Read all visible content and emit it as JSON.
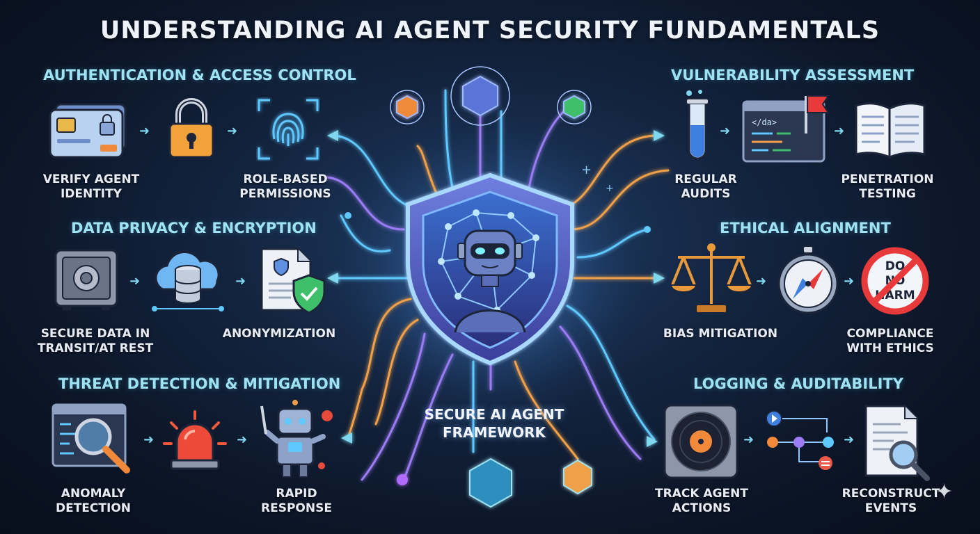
{
  "title": "UNDERSTANDING AI AGENT SECURITY FUNDAMENTALS",
  "center": {
    "label_line1": "SECURE AI AGENT",
    "label_line2": "FRAMEWORK",
    "icon": "robot-shield-icon"
  },
  "sections": {
    "auth": {
      "title": "AUTHENTICATION & ACCESS CONTROL",
      "verify_line1": "VERIFY AGENT",
      "verify_line2": "IDENTITY",
      "role_line1": "ROLE-BASED",
      "role_line2": "PERMISSIONS",
      "icons": [
        "id-card-icon",
        "padlock-icon",
        "fingerprint-icon"
      ]
    },
    "privacy": {
      "title": "DATA PRIVACY & ENCRYPTION",
      "secure_line1": "SECURE DATA IN",
      "secure_line2": "TRANSIT/AT REST",
      "anon_line1": "ANONYMIZATION",
      "icons": [
        "safe-icon",
        "cloud-database-icon",
        "document-shield-icon"
      ]
    },
    "threat": {
      "title": "THREAT DETECTION & MITIGATION",
      "anomaly_line1": "ANOMALY",
      "anomaly_line2": "DETECTION",
      "rapid_line1": "RAPID",
      "rapid_line2": "RESPONSE",
      "icons": [
        "magnifier-code-icon",
        "alarm-light-icon",
        "robot-defender-icon"
      ]
    },
    "vuln": {
      "title": "VULNERABILITY ASSESSMENT",
      "audit_line1": "REGULAR",
      "audit_line2": "AUDITS",
      "pen_line1": "PENETRATION",
      "pen_line2": "TESTING",
      "code_tag": "</da>",
      "icons": [
        "test-tube-icon",
        "code-window-flag-icon",
        "open-book-icon"
      ]
    },
    "ethics": {
      "title": "ETHICAL ALIGNMENT",
      "bias_line1": "BIAS MITIGATION",
      "comp_line1": "COMPLIANCE",
      "comp_line2": "WITH ETHICS",
      "sign_line1": "DO",
      "sign_line2": "NO",
      "sign_line3": "HARM",
      "icons": [
        "scales-icon",
        "compass-icon",
        "do-no-harm-sign-icon"
      ]
    },
    "logging": {
      "title": "LOGGING & AUDITABILITY",
      "track_line1": "TRACK AGENT",
      "track_line2": "ACTIONS",
      "recon_line1": "RECONSTRUCT",
      "recon_line2": "EVENTS",
      "icons": [
        "vinyl-record-icon",
        "workflow-icon",
        "document-magnifier-icon"
      ]
    }
  },
  "flow_arrow_glyph": "➜",
  "colors": {
    "title_cyan": "#9fe3f2",
    "wire_orange": "#f0a04a",
    "wire_blue": "#5fc8ff",
    "wire_purple": "#9b7cf5",
    "shield_glow": "#7ab8ff"
  }
}
